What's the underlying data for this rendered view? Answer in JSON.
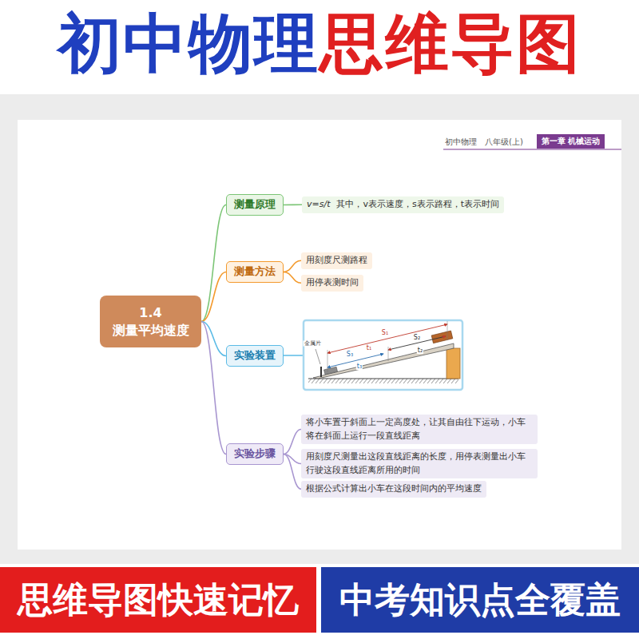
{
  "diagram": {
    "nodes": [
      {
        "text": [
          "1.4 测量平均速度"
        ]
      },
      {
        "text": [
          "测量原理"
        ]
      },
      {
        "text": [
          "v=s/t",
          "其中，v表示速度，s表示路程，t表示时间"
        ]
      },
      {
        "text": [
          "测量方法"
        ]
      },
      {
        "text": [
          "用刻度尺测路程"
        ]
      },
      {
        "text": [
          "用停表测时间"
        ]
      },
      {
        "text": [
          "实验装置"
        ]
      },
      {
        "text": [
          "实验步骤"
        ]
      },
      {
        "text": [
          "将小车置于斜面上一定高度处，让其自由往下运动，小车将在斜面上运行一段直线距离"
        ]
      },
      {
        "text": [
          "用刻度尺测量出这段直线距离的长度，用停表测量出小车行驶这段直线距离所用的时间"
        ]
      },
      {
        "text": [
          "根据公式计算出小车在这段时间内的平均速度"
        ]
      }
    ],
    "edges": [
      {
        "from": 0,
        "to": 1,
        "arrow": "none"
      },
      {
        "from": 0,
        "to": 3,
        "arrow": "none"
      },
      {
        "from": 0,
        "to": 6,
        "arrow": "none"
      },
      {
        "from": 0,
        "to": 7,
        "arrow": "none"
      },
      {
        "from": 1,
        "to": 2,
        "arrow": "none"
      },
      {
        "from": 3,
        "to": 4,
        "arrow": "none"
      },
      {
        "from": 3,
        "to": 5,
        "arrow": "none"
      },
      {
        "from": 7,
        "to": 8,
        "arrow": "none"
      },
      {
        "from": 7,
        "to": 9,
        "arrow": "none"
      },
      {
        "from": 7,
        "to": 10,
        "arrow": "none"
      }
    ],
    "labels": [
      "初中物理",
      "思维导图",
      "初中物理　八年级(上)",
      "第一章 机械运动",
      "金属片",
      "S₁",
      "t₁",
      "S₂",
      "t₂",
      "S₃",
      "t₃",
      "思维导图快速记忆",
      "中考知识点全覆盖"
    ]
  }
}
